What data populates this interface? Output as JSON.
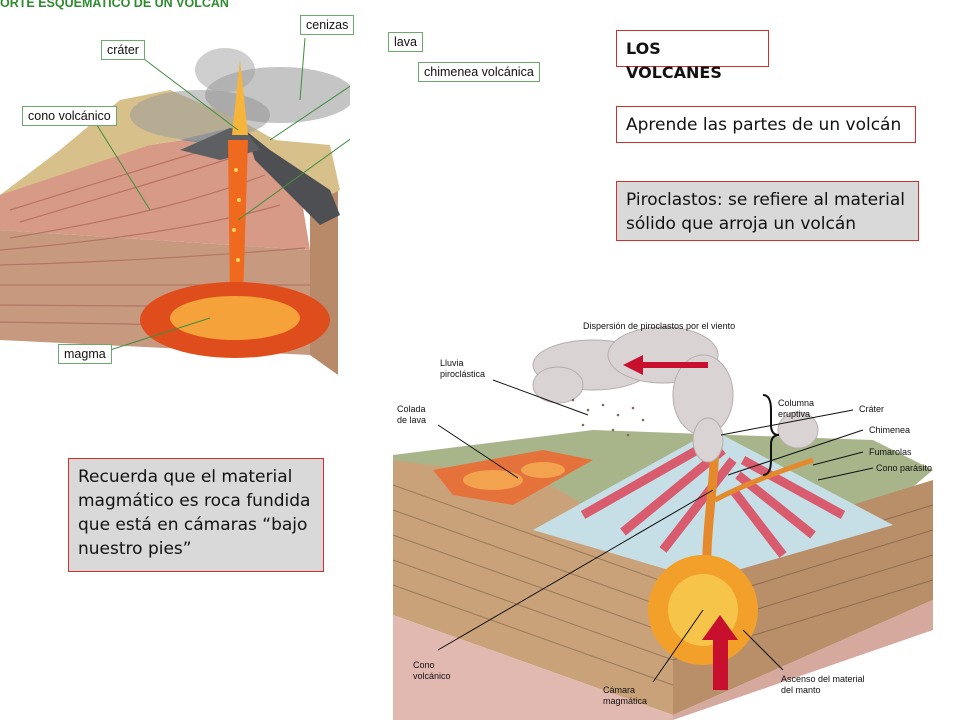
{
  "diagram1": {
    "heading": "ORTE ESQUEMATICO DE UN VOLCAN",
    "labels": {
      "cenizas": "cenizas",
      "crater": "cráter",
      "lava": "lava",
      "chimenea": "chimenea volcánica",
      "cono": "cono volcánico",
      "magma": "magma"
    }
  },
  "diagram2": {
    "title": "Dispersión de piroclastos por el viento",
    "labels": {
      "lluvia": "Lluvia piroclástica",
      "colada": "Colada de lava",
      "columna": "Columna eruptiva",
      "crater": "Cráter",
      "chimenea": "Chimenea",
      "fumarolas": "Fumarolas",
      "parasito": "Cono parásito",
      "cono": "Cono volcánico",
      "camara": "Cámara magmática",
      "ascenso": "Ascenso del material del manto"
    }
  },
  "text_boxes": {
    "title": "LOS VOLCANES",
    "subtitle": "Aprende las partes de un volcán",
    "piroclastos": "Piroclastos: se refiere al material sólido que arroja un volcán",
    "recuerda": "Recuerda que el material magmático es roca fundida que está en cámaras “bajo nuestro pies”"
  },
  "colors": {
    "box_border": "#d0302c",
    "label_border": "#6fa86f",
    "heading_green": "#2e8b2e",
    "lava": "#f07a1a",
    "arrow_red": "#c8102e"
  }
}
